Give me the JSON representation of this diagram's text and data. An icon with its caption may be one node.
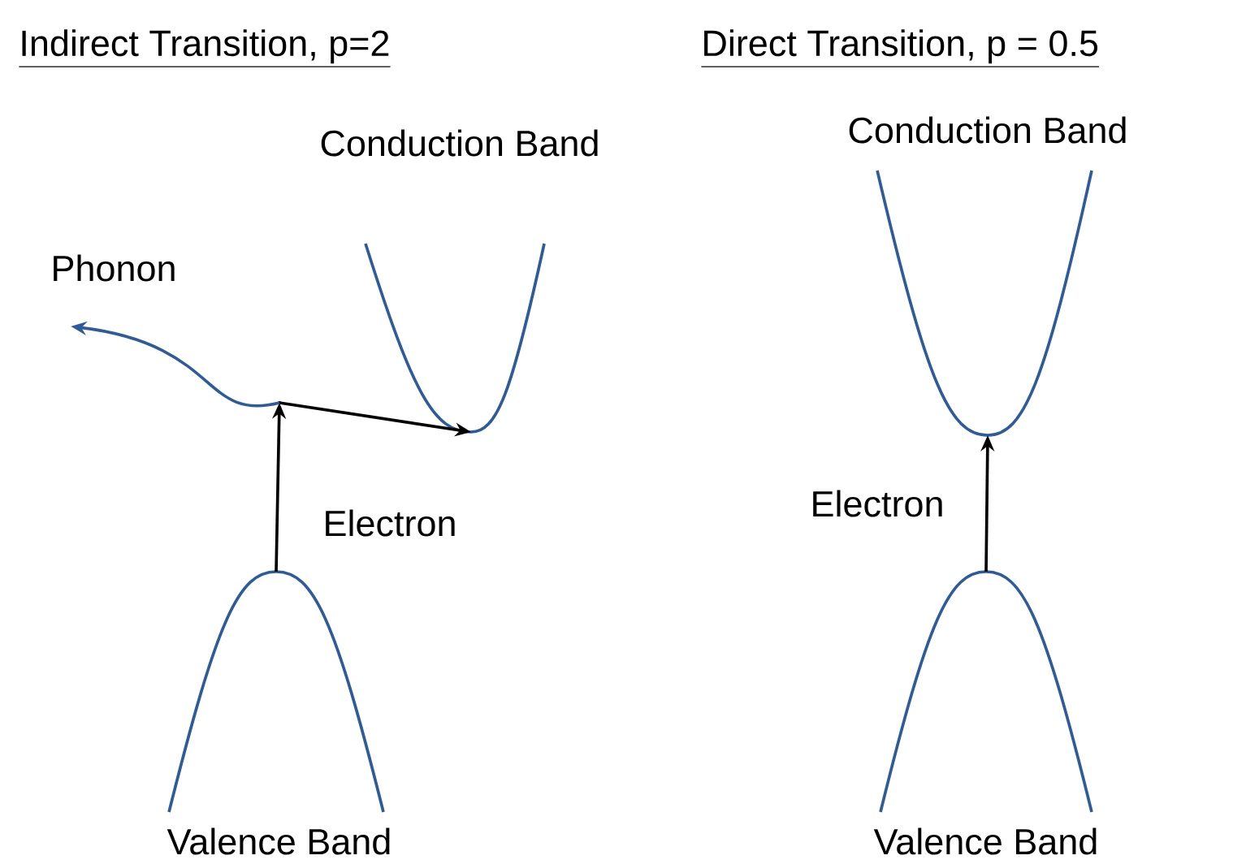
{
  "diagram": {
    "nodes": [
      {
        "text": [
          "Conduction Band"
        ]
      },
      {
        "text": [
          "Valence Band"
        ]
      },
      {
        "text": [
          "Conduction Band"
        ]
      },
      {
        "text": [
          "Valence Band"
        ]
      },
      {
        "text": [],
        "shape": "point"
      },
      {
        "text": [
          "Phonon"
        ]
      }
    ],
    "edges": [
      {
        "from": 1,
        "to": 4,
        "arrow": "to",
        "label": "Electron"
      },
      {
        "from": 4,
        "to": 0,
        "arrow": "to"
      },
      {
        "from": 4,
        "to": 5,
        "arrow": "to",
        "color": "#2e5c9a"
      },
      {
        "from": 3,
        "to": 2,
        "arrow": "to",
        "label": "Electron"
      }
    ],
    "labels": [
      "Indirect Transition, p=2",
      "Direct Transition, p = 0.5"
    ]
  }
}
